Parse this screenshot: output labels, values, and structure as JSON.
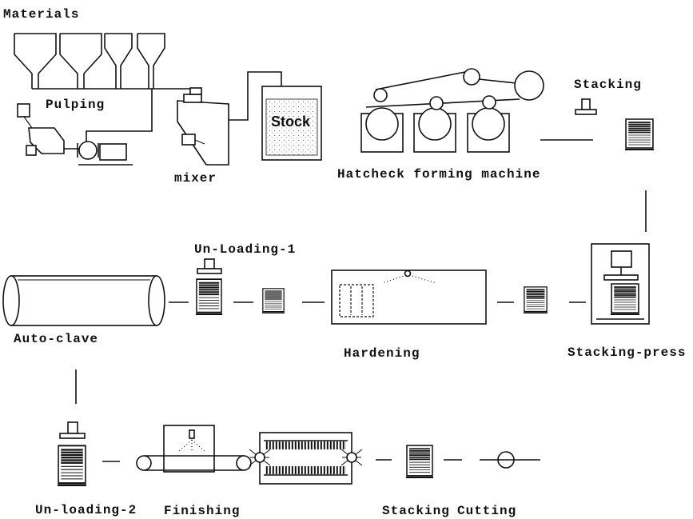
{
  "diagram": {
    "materials_label": "Materials",
    "pulping_label": "Pulping",
    "stock_label": "Stock",
    "mixer_label": "mixer",
    "forming_label": "Hatcheck forming machine",
    "stacking_top_label": "Stacking",
    "unloading1_label": "Un-Loading-1",
    "autoclave_label": "Auto-clave",
    "hardening_label": "Hardening",
    "stacking_press_label": "Stacking-press",
    "unloading2_label": "Un-loading-2",
    "finishing_label": "Finishing",
    "stacking_bottom_label": "Stacking",
    "cutting_label": "Cutting"
  }
}
